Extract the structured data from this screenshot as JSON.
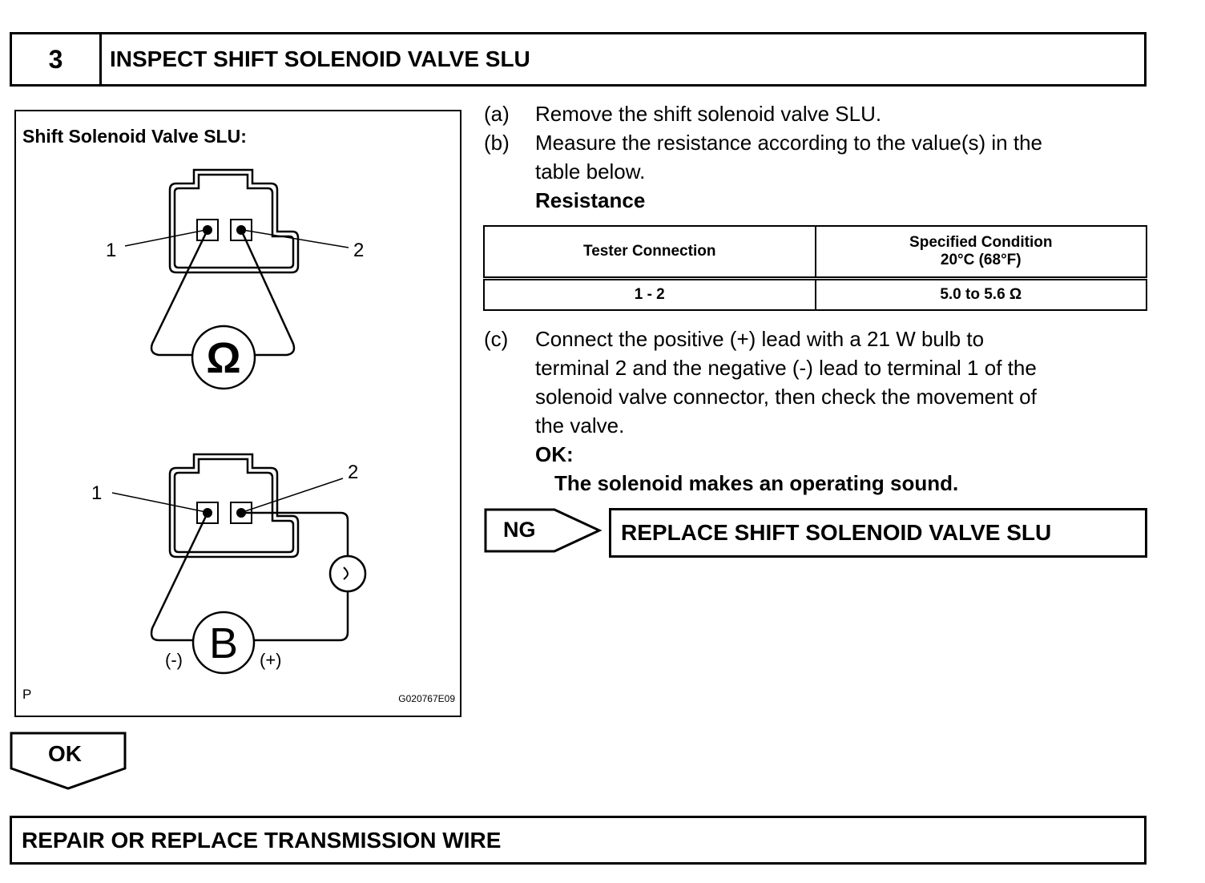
{
  "header": {
    "step_number": "3",
    "title": "INSPECT SHIFT SOLENOID VALVE SLU"
  },
  "figure": {
    "title": "Shift Solenoid Valve SLU:",
    "upper": {
      "terminal_left": "1",
      "terminal_right": "2",
      "meter_symbol": "Ω"
    },
    "lower": {
      "terminal_left": "1",
      "terminal_right": "2",
      "battery_symbol": "B",
      "neg_label": "(-)",
      "pos_label": "(+)"
    },
    "corner_mark": "P",
    "figure_code": "G020767E09"
  },
  "instructions": {
    "a": {
      "letter": "(a)",
      "text": "Remove the shift solenoid valve SLU."
    },
    "b": {
      "letter": "(b)",
      "line1": "Measure the resistance according to the value(s) in the",
      "line2": "table below.",
      "subheading": "Resistance"
    },
    "c": {
      "letter": "(c)",
      "line1": "Connect the positive (+) lead with a 21 W bulb to",
      "line2": "terminal 2 and the negative (-) lead to terminal 1 of the",
      "line3": "solenoid valve connector, then check the movement of",
      "line4": "the valve.",
      "ok_label": "OK:",
      "ok_text": "The solenoid makes an operating sound."
    }
  },
  "table": {
    "headers": {
      "col1": "Tester Connection",
      "col2_line1": "Specified Condition",
      "col2_line2": "20°C (68°F)"
    },
    "rows": [
      {
        "connection": "1 - 2",
        "condition": "5.0 to 5.6 Ω"
      }
    ]
  },
  "ng": {
    "label": "NG",
    "action": "REPLACE SHIFT SOLENOID VALVE SLU"
  },
  "ok": {
    "label": "OK"
  },
  "next": {
    "action": "REPAIR OR REPLACE TRANSMISSION WIRE"
  }
}
